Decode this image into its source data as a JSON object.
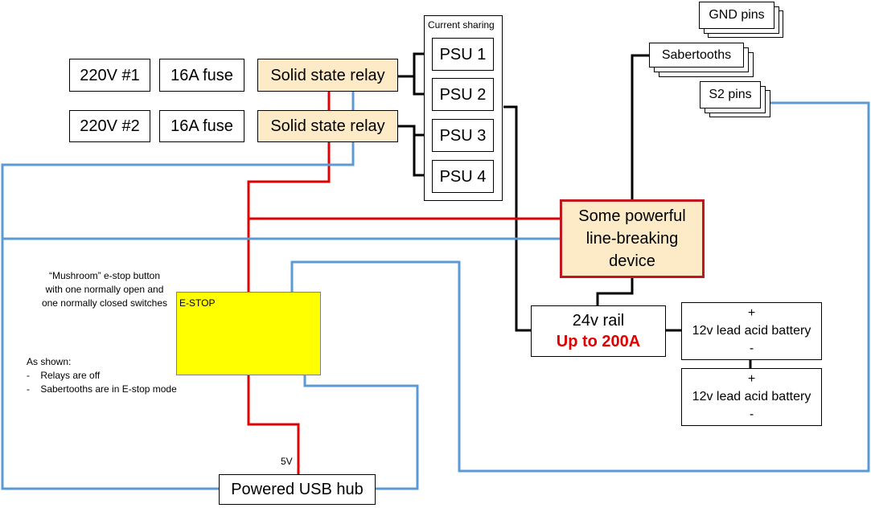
{
  "inputs": [
    {
      "supply": "220V #1",
      "fuse": "16A fuse",
      "relay": "Solid state relay"
    },
    {
      "supply": "220V #2",
      "fuse": "16A fuse",
      "relay": "Solid state relay"
    }
  ],
  "psu_group": {
    "title": "Current sharing",
    "psus": [
      "PSU 1",
      "PSU 2",
      "PSU 3",
      "PSU 4"
    ]
  },
  "stacks": {
    "gnd": "GND pins",
    "sabertooths": "Sabertooths",
    "s2": "S2 pins"
  },
  "breaker": {
    "line1": "Some powerful",
    "line2": "line-breaking",
    "line3": "device"
  },
  "rail": {
    "label": "24v rail",
    "current": "Up to 200A"
  },
  "batteries": [
    {
      "plus": "+",
      "label": "12v lead acid battery",
      "minus": "-"
    },
    {
      "plus": "+",
      "label": "12v lead acid battery",
      "minus": "-"
    }
  ],
  "estop": {
    "label": "E-STOP",
    "description": [
      "“Mushroom” e-stop button",
      "with one normally open and",
      "one normally closed switches"
    ]
  },
  "notes": {
    "heading": "As shown:",
    "items": [
      "-    Relays are off",
      "-    Sabertooths are in E-stop mode"
    ]
  },
  "usb_hub": {
    "label": "Powered USB hub",
    "voltage": "5V"
  },
  "colors": {
    "red_wire": "#e00000",
    "blue_wire": "#5b9bd5",
    "black_wire": "#000000",
    "relay_fill": "#fdebc8",
    "estop_fill": "#ffff00",
    "breaker_border": "#c0171f"
  }
}
